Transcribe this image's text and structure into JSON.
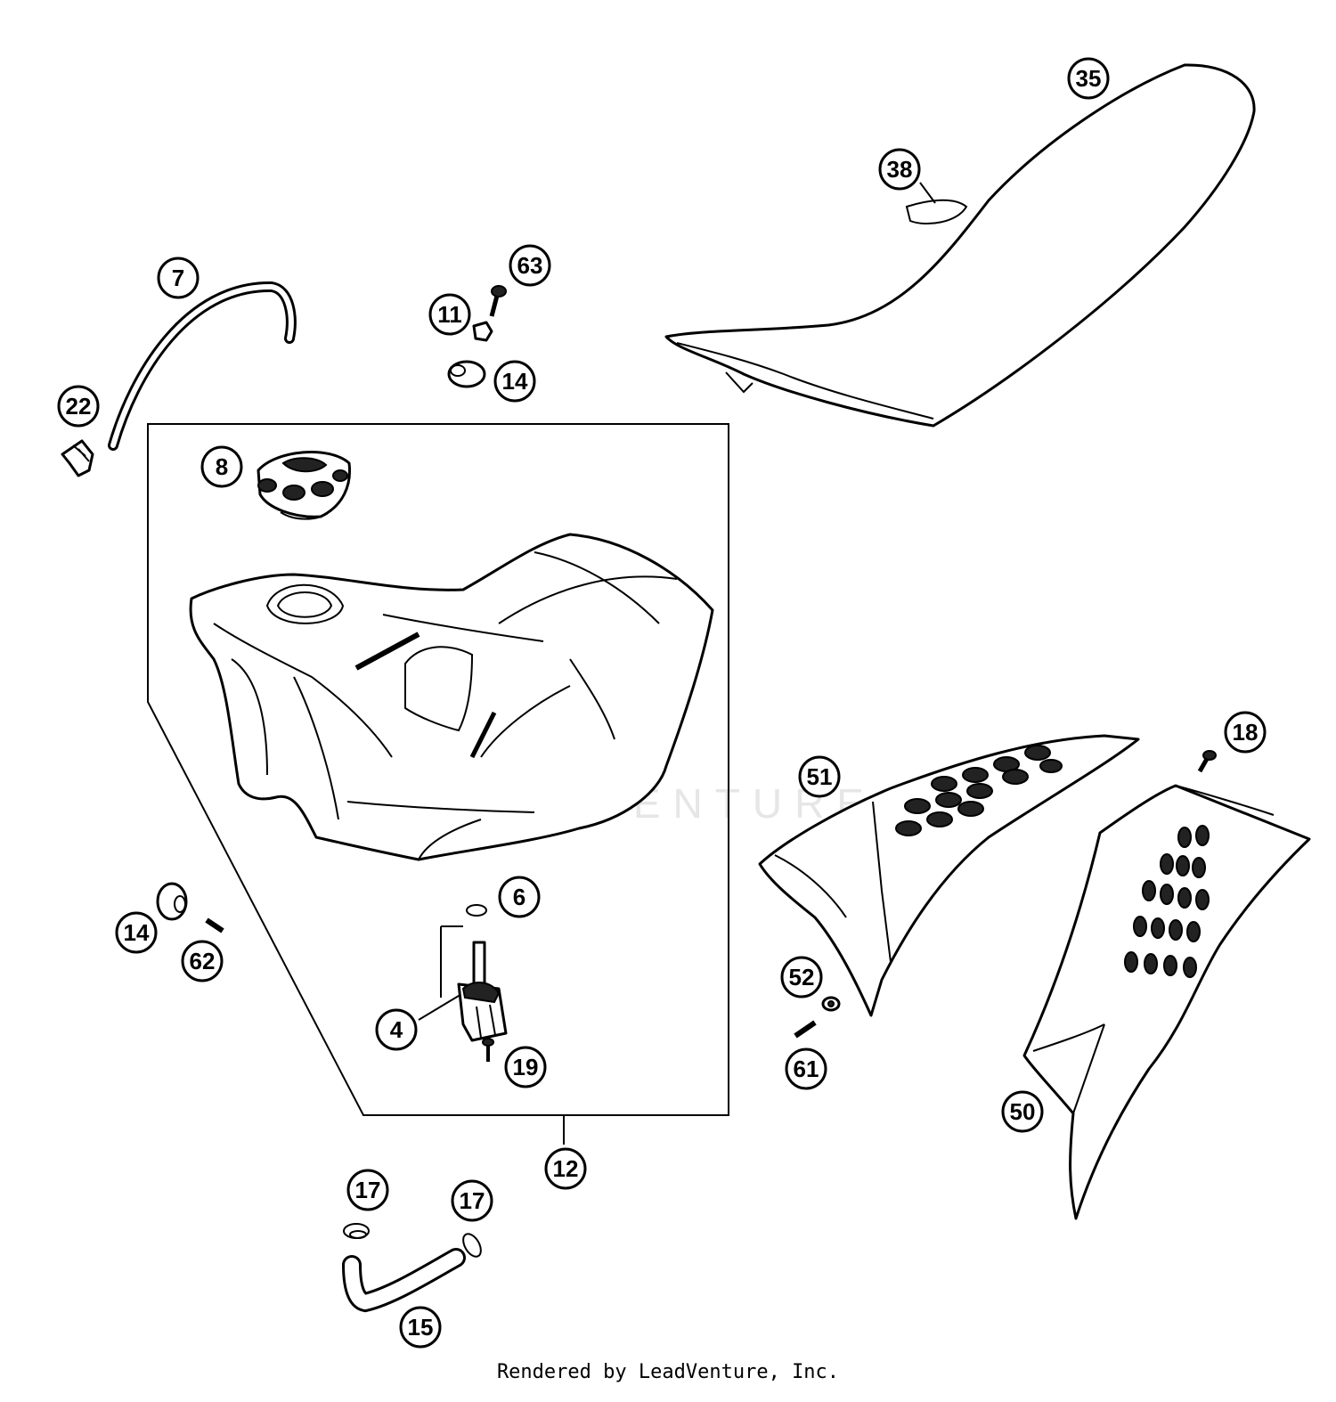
{
  "watermark": "LEADVENTURE",
  "footer": "Rendered by LeadVenture, Inc.",
  "callouts": [
    {
      "id": "c35",
      "label": "35"
    },
    {
      "id": "c38",
      "label": "38"
    },
    {
      "id": "c7",
      "label": "7"
    },
    {
      "id": "c63",
      "label": "63"
    },
    {
      "id": "c11",
      "label": "11"
    },
    {
      "id": "c14a",
      "label": "14"
    },
    {
      "id": "c22",
      "label": "22"
    },
    {
      "id": "c8",
      "label": "8"
    },
    {
      "id": "c6",
      "label": "6"
    },
    {
      "id": "c14b",
      "label": "14"
    },
    {
      "id": "c62",
      "label": "62"
    },
    {
      "id": "c4",
      "label": "4"
    },
    {
      "id": "c19",
      "label": "19"
    },
    {
      "id": "c12",
      "label": "12"
    },
    {
      "id": "c17a",
      "label": "17"
    },
    {
      "id": "c17b",
      "label": "17"
    },
    {
      "id": "c15",
      "label": "15"
    },
    {
      "id": "c18",
      "label": "18"
    },
    {
      "id": "c51",
      "label": "51"
    },
    {
      "id": "c52",
      "label": "52"
    },
    {
      "id": "c61",
      "label": "61"
    },
    {
      "id": "c50",
      "label": "50"
    }
  ]
}
